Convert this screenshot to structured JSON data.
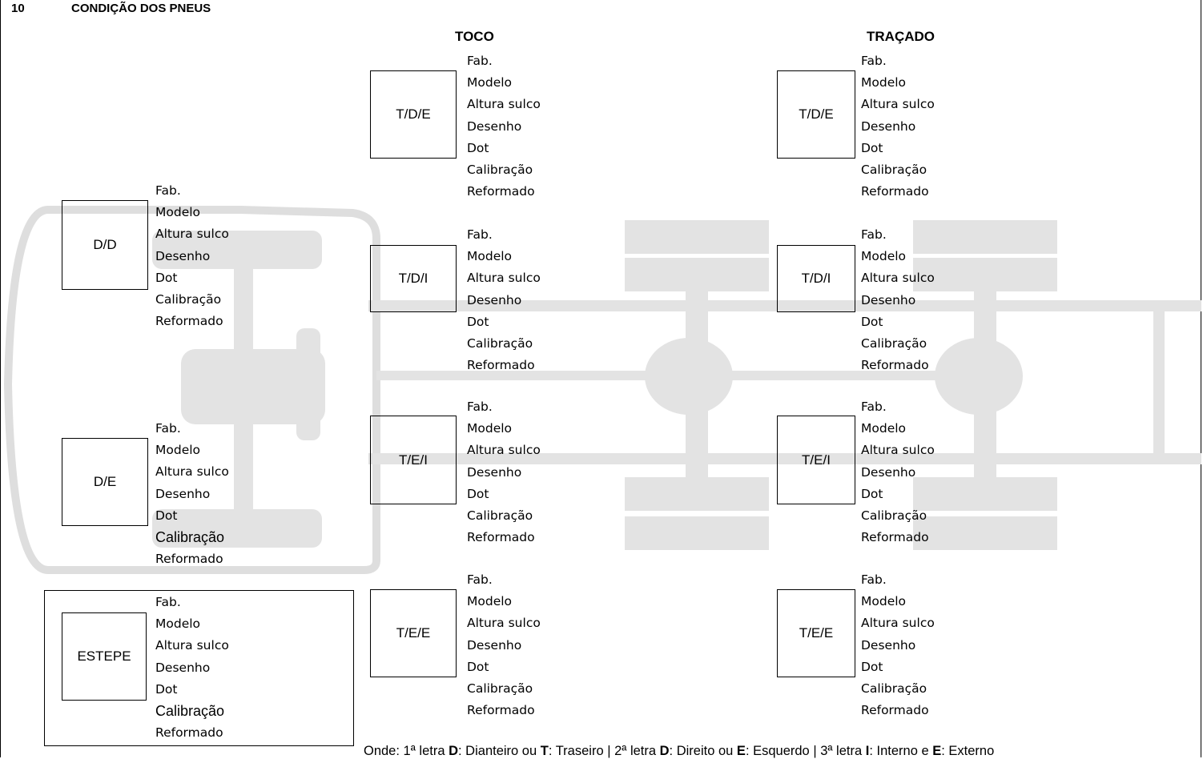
{
  "section": {
    "number": "10",
    "title": "CONDIÇÃO DOS PNEUS"
  },
  "groups": {
    "toco": "TOCO",
    "tracado": "TRAÇADO"
  },
  "fields": [
    "Fab.",
    "Modelo",
    "Altura sulco",
    "Desenho",
    "Dot",
    "Calibração",
    "Reformado"
  ],
  "tires": {
    "dd": "D/D",
    "de": "D/E",
    "estepe": "ESTEPE",
    "toco_tde": "T/D/E",
    "toco_tdi": "T/D/I",
    "toco_tei": "T/E/I",
    "toco_tee": "T/E/E",
    "tracado_tde": "T/D/E",
    "tracado_tdi": "T/D/I",
    "tracado_tei": "T/E/I",
    "tracado_tee": "T/E/E"
  },
  "legend": {
    "prefix": "Onde: 1ª letra ",
    "d1": "D",
    "t1_sep": ": Dianteiro ou ",
    "t1": "T",
    "t1_txt": ": Traseiro | 2ª letra ",
    "d2": "D",
    "d2_txt": ": Direito ou ",
    "e2": "E",
    "e2_txt": ": Esquerdo | 3ª letra ",
    "i3": "I",
    "i3_txt": ": Interno e ",
    "e3": "E",
    "e3_txt": ": Externo"
  },
  "colors": {
    "diagram_gray": "#dcdcdc",
    "line": "#000000"
  }
}
